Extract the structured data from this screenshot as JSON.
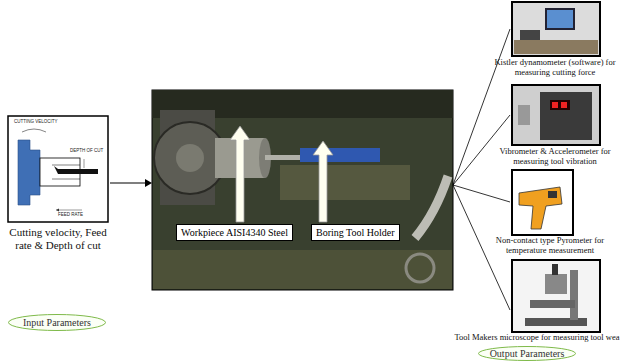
{
  "diagram": {
    "nodes": [
      {
        "text": [
          "Cutting velocity, Feed rate & Depth of cut"
        ]
      },
      {
        "text": [
          "Input Parameters"
        ]
      },
      {
        "text": [
          "Workpiece AISI4340 Steel"
        ]
      },
      {
        "text": [
          "Boring Tool Holder"
        ]
      },
      {
        "text": [
          "Kistler dynamometer (software) for measuring cutting force"
        ]
      },
      {
        "text": [
          "Vibrometer & Accelerometer for measuring tool vibration"
        ]
      },
      {
        "text": [
          "Non-contact type Pyrometer for temperature measurement"
        ]
      },
      {
        "text": [
          "Tool Makers microscope for measuring tool wea"
        ]
      },
      {
        "text": [
          "Output Parameters"
        ]
      }
    ],
    "labels": [
      "CUTTING VELOCITY",
      "DEPTH OF CUT",
      "FEED RATE"
    ]
  }
}
